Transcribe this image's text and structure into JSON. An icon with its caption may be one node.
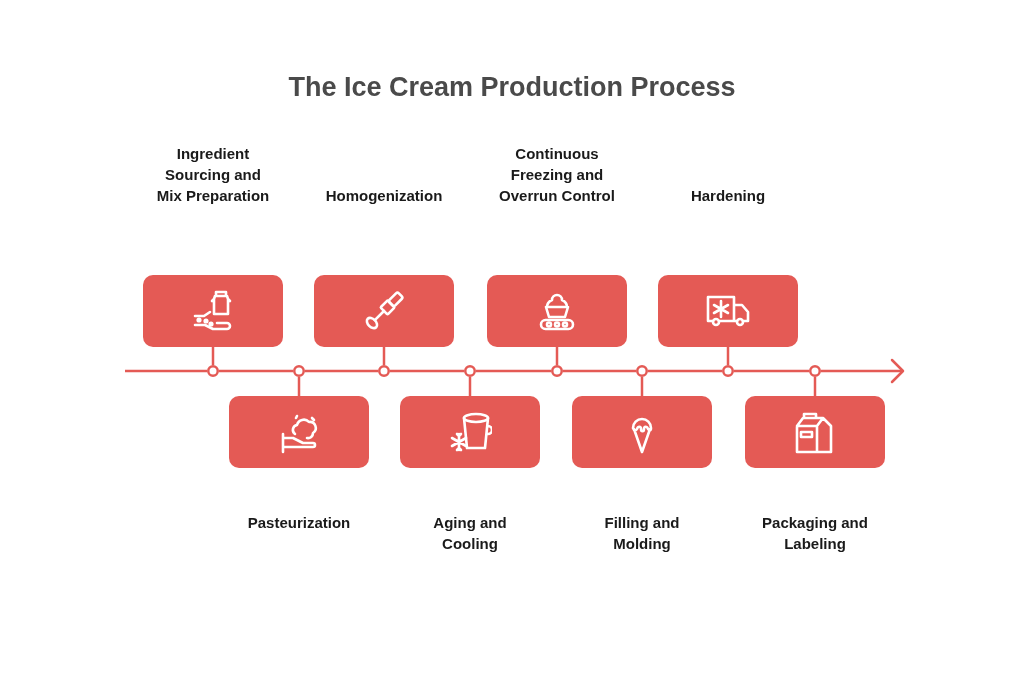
{
  "diagram": {
    "title": "The Ice Cream Production Process",
    "nodes": [
      {
        "text": [
          "Ingredient Sourcing and Mix Preparation"
        ]
      },
      {
        "text": [
          "Pasteurization"
        ]
      },
      {
        "text": [
          "Homogenization"
        ]
      },
      {
        "text": [
          "Aging and Cooling"
        ]
      },
      {
        "text": [
          "Continuous Freezing and Overrun Control"
        ]
      },
      {
        "text": [
          "Filling and Molding"
        ]
      },
      {
        "text": [
          "Hardening"
        ]
      },
      {
        "text": [
          "Packaging and Labeling"
        ]
      },
      {
        "text": [],
        "shape": "circle"
      },
      {
        "text": [],
        "shape": "circle"
      },
      {
        "text": [],
        "shape": "circle"
      },
      {
        "text": [],
        "shape": "circle"
      },
      {
        "text": [],
        "shape": "circle"
      },
      {
        "text": [],
        "shape": "circle"
      },
      {
        "text": [],
        "shape": "circle"
      },
      {
        "text": [],
        "shape": "circle"
      }
    ],
    "edges": [
      {
        "from": 0,
        "to": 8,
        "arrow": "none"
      },
      {
        "from": 1,
        "to": 9,
        "arrow": "none"
      },
      {
        "from": 2,
        "to": 10,
        "arrow": "none"
      },
      {
        "from": 3,
        "to": 11,
        "arrow": "none"
      },
      {
        "from": 4,
        "to": 12,
        "arrow": "none"
      },
      {
        "from": 5,
        "to": 13,
        "arrow": "none"
      },
      {
        "from": 6,
        "to": 14,
        "arrow": "none"
      },
      {
        "from": 7,
        "to": 15,
        "arrow": "none"
      },
      {
        "from": null,
        "to": 8,
        "arrow": "none"
      },
      {
        "from": 8,
        "to": 9,
        "arrow": "none"
      },
      {
        "from": 9,
        "to": 10,
        "arrow": "none"
      },
      {
        "from": 10,
        "to": 11,
        "arrow": "none"
      },
      {
        "from": 11,
        "to": 12,
        "arrow": "none"
      },
      {
        "from": 12,
        "to": 13,
        "arrow": "none"
      },
      {
        "from": 13,
        "to": 14,
        "arrow": "none"
      },
      {
        "from": 14,
        "to": 15,
        "arrow": "none"
      },
      {
        "from": 15,
        "to": null,
        "arrow": "to"
      }
    ]
  }
}
